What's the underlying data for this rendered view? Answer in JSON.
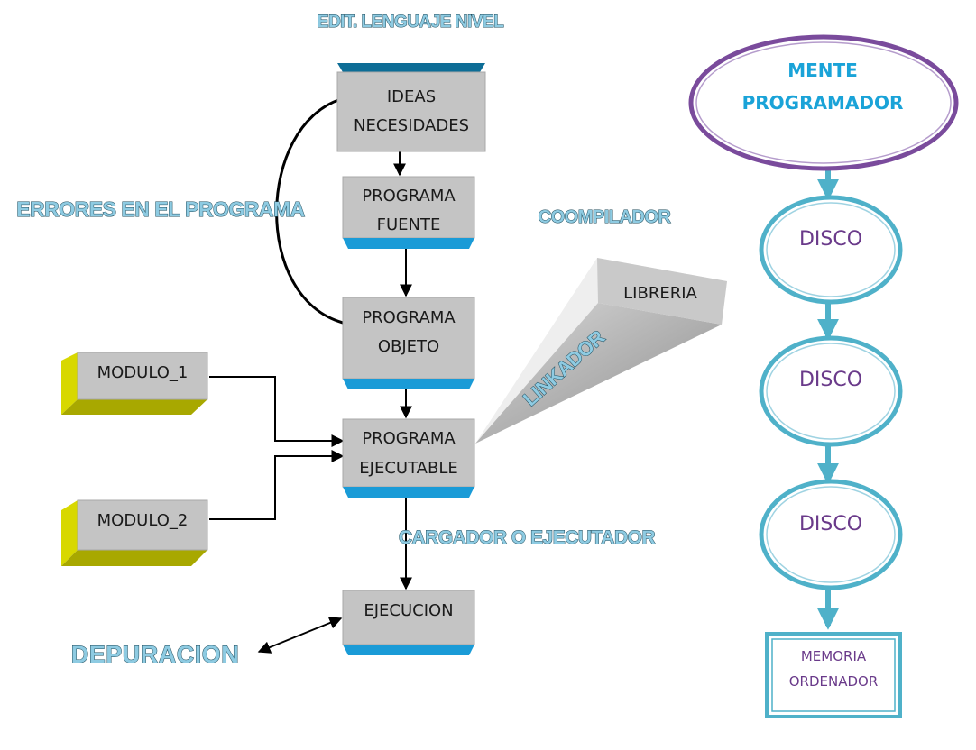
{
  "header": {
    "title": "EDIT. LENGUAJE NIVEL"
  },
  "nodes": {
    "ideas": {
      "line1": "IDEAS",
      "line2": "NECESIDADES"
    },
    "fuente": {
      "line1": "PROGRAMA",
      "line2": "FUENTE"
    },
    "objeto": {
      "line1": "PROGRAMA",
      "line2": "OBJETO"
    },
    "ejecutable": {
      "line1": "PROGRAMA",
      "line2": "EJECUTABLE"
    },
    "ejecucion": {
      "line1": "EJECUCION"
    },
    "modulo1": "MODULO_1",
    "modulo2": "MODULO_2",
    "libreria": "LIBRERIA"
  },
  "labels": {
    "errores": "ERRORES EN EL PROGRAMA",
    "compilador": "COOMPILADOR",
    "linkador": "LINKADOR",
    "cargador": "CARGADOR O EJECUTADOR",
    "depuracion": "DEPURACION"
  },
  "memory_chain": {
    "mente": {
      "line1": "MENTE",
      "line2": "PROGRAMADOR"
    },
    "discos": [
      "DISCO",
      "DISCO",
      "DISCO"
    ],
    "memoria": {
      "line1": "MEMORIA",
      "line2": "ORDENADOR"
    }
  },
  "colors": {
    "box_fill": "#c4c4c4",
    "box_band": "#1a9bd7",
    "ideas_band": "#0d6d96",
    "module_face": "#c4c4c4",
    "module_side": "#d8d800",
    "module_bottom": "#a8a800",
    "chain_stroke": "#4fb1c9",
    "mente_stroke": "#7a4b9c"
  }
}
